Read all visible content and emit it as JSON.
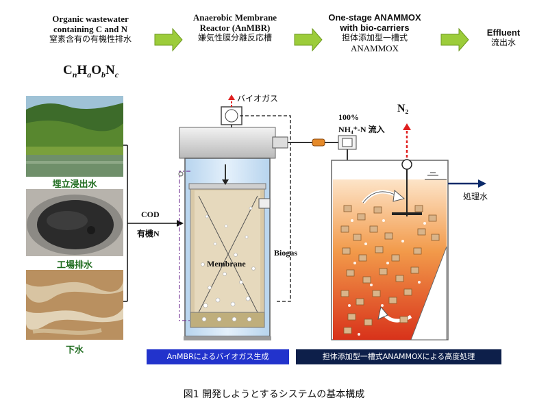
{
  "header": {
    "step1_en": "Organic wastewater containing C and N",
    "step1_jp": "窒素含有の有機性排水",
    "step2_en": "Anaerobic Membrane Reactor (AnMBR)",
    "step2_jp": "嫌気性膜分離反応槽",
    "step3_en": "One-stage ANAMMOX with bio-carriers",
    "step3_jp": "担体添加型一槽式",
    "step3_sub": "ANAMMOX",
    "step4_en": "Effluent",
    "step4_jp": "流出水",
    "formula": "CnHaObNc"
  },
  "sources": {
    "landfill": "埋立浸出水",
    "factory": "工場排水",
    "sewage": "下水"
  },
  "flow": {
    "cod": "COD",
    "organic_n": "有機N"
  },
  "reactor": {
    "biogas_jp": "バイオガス",
    "membrane": "Membrane",
    "biogas": "Biogas"
  },
  "anammox": {
    "influent_percent": "100%",
    "influent": "NH₄⁺-N 流入",
    "n2": "N₂",
    "treated_water": "処理水"
  },
  "banners": {
    "left": "AnMBRによるバイオガス生成",
    "right": "担体添加型一槽式ANAMMOXによる高度処理"
  },
  "caption": "図1  開発しようとするシステムの基本構成",
  "colors": {
    "arrow_green": "#9ccc3a",
    "banner_left": "#2233cc",
    "banner_right": "#0d1f4a",
    "sludge_red": "#e0431c",
    "water_blue": "#cfe3f5"
  }
}
